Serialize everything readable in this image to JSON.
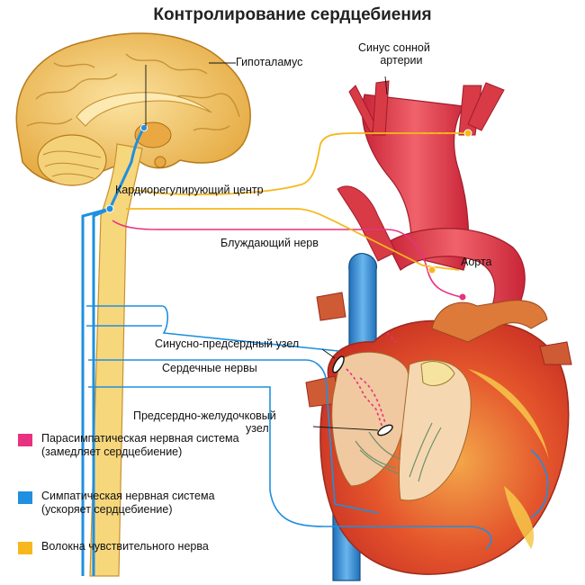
{
  "title": "Контролирование сердцебиения",
  "labels": {
    "hypothalamus": "Гипоталамус",
    "carotid_sinus_line1": "Синус сонной",
    "carotid_sinus_line2": "артерии",
    "cardio_center": "Кардиорегулирующий центр",
    "vagus_nerve": "Блуждающий нерв",
    "aorta": "Аорта",
    "sa_node": "Синусно-предсердный узел",
    "cardiac_nerves": "Сердечные нервы",
    "av_node_line1": "Предсердно-желудочковый",
    "av_node_line2": "узел"
  },
  "legend": [
    {
      "color": "#e8317f",
      "line1": "Парасимпатическая нервная система",
      "line2": "(замедляет сердцебиение)"
    },
    {
      "color": "#1f8fe0",
      "line1": "Симпатическая нервная система",
      "line2": "(ускоряет сердцебиение)"
    },
    {
      "color": "#f6b81c",
      "line1": "Волокна чувствительного нерва",
      "line2": ""
    }
  ],
  "colors": {
    "parasympathetic": "#e8317f",
    "sympathetic": "#1f8fe0",
    "sensory": "#f6b81c",
    "brain": "#f3c766",
    "heart": "#e04a2a",
    "vessel": "#e2404a",
    "vena": "#2f8fd6"
  }
}
